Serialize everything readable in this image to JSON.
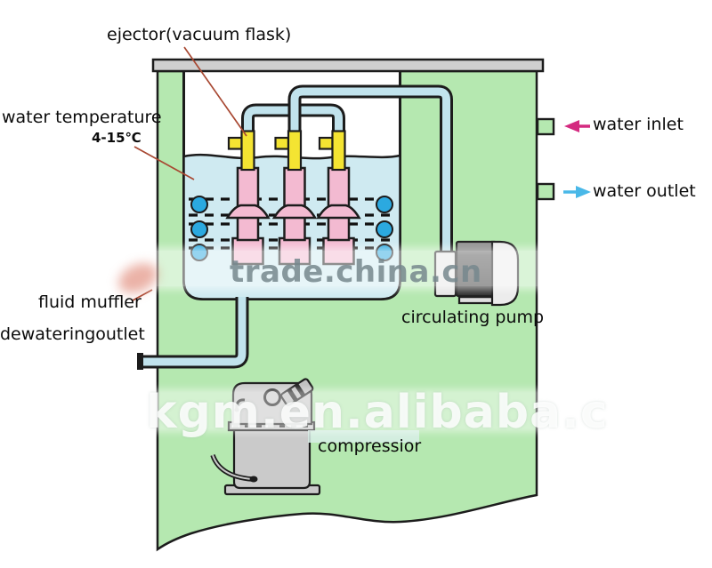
{
  "labels": {
    "ejector": "ejector(vacuum flask)",
    "water_temperature": "water temperature",
    "temperature_range": "4-15℃",
    "fluid_muffler": "fluid muffler",
    "dewatering_outlet": "dewateringoutlet",
    "circulating_pump": "circulating pump",
    "compressor": "compressior",
    "water_inlet": "water inlet",
    "water_outlet": "water outlet"
  },
  "watermarks": {
    "center": "trade.china.cn",
    "bottom": "kgm.en.alibaba.c"
  },
  "colors": {
    "green": "#b5e8b0",
    "water": "#cfeaf1",
    "pipe": "#c1e3ed",
    "pink": "#f3bad1",
    "yellow": "#f4e432",
    "bubble": "#2ba9e0",
    "lid": "#cfcfcf",
    "metal": "#cacaca",
    "pumpdark": "#4a4a4a",
    "pumplight": "#ececec",
    "inletarrow": "#d42a80",
    "outletarrow": "#49b8e8",
    "pointer": "#a84832",
    "ink": "#1c1c1c",
    "highlight": "#d8efe7"
  }
}
